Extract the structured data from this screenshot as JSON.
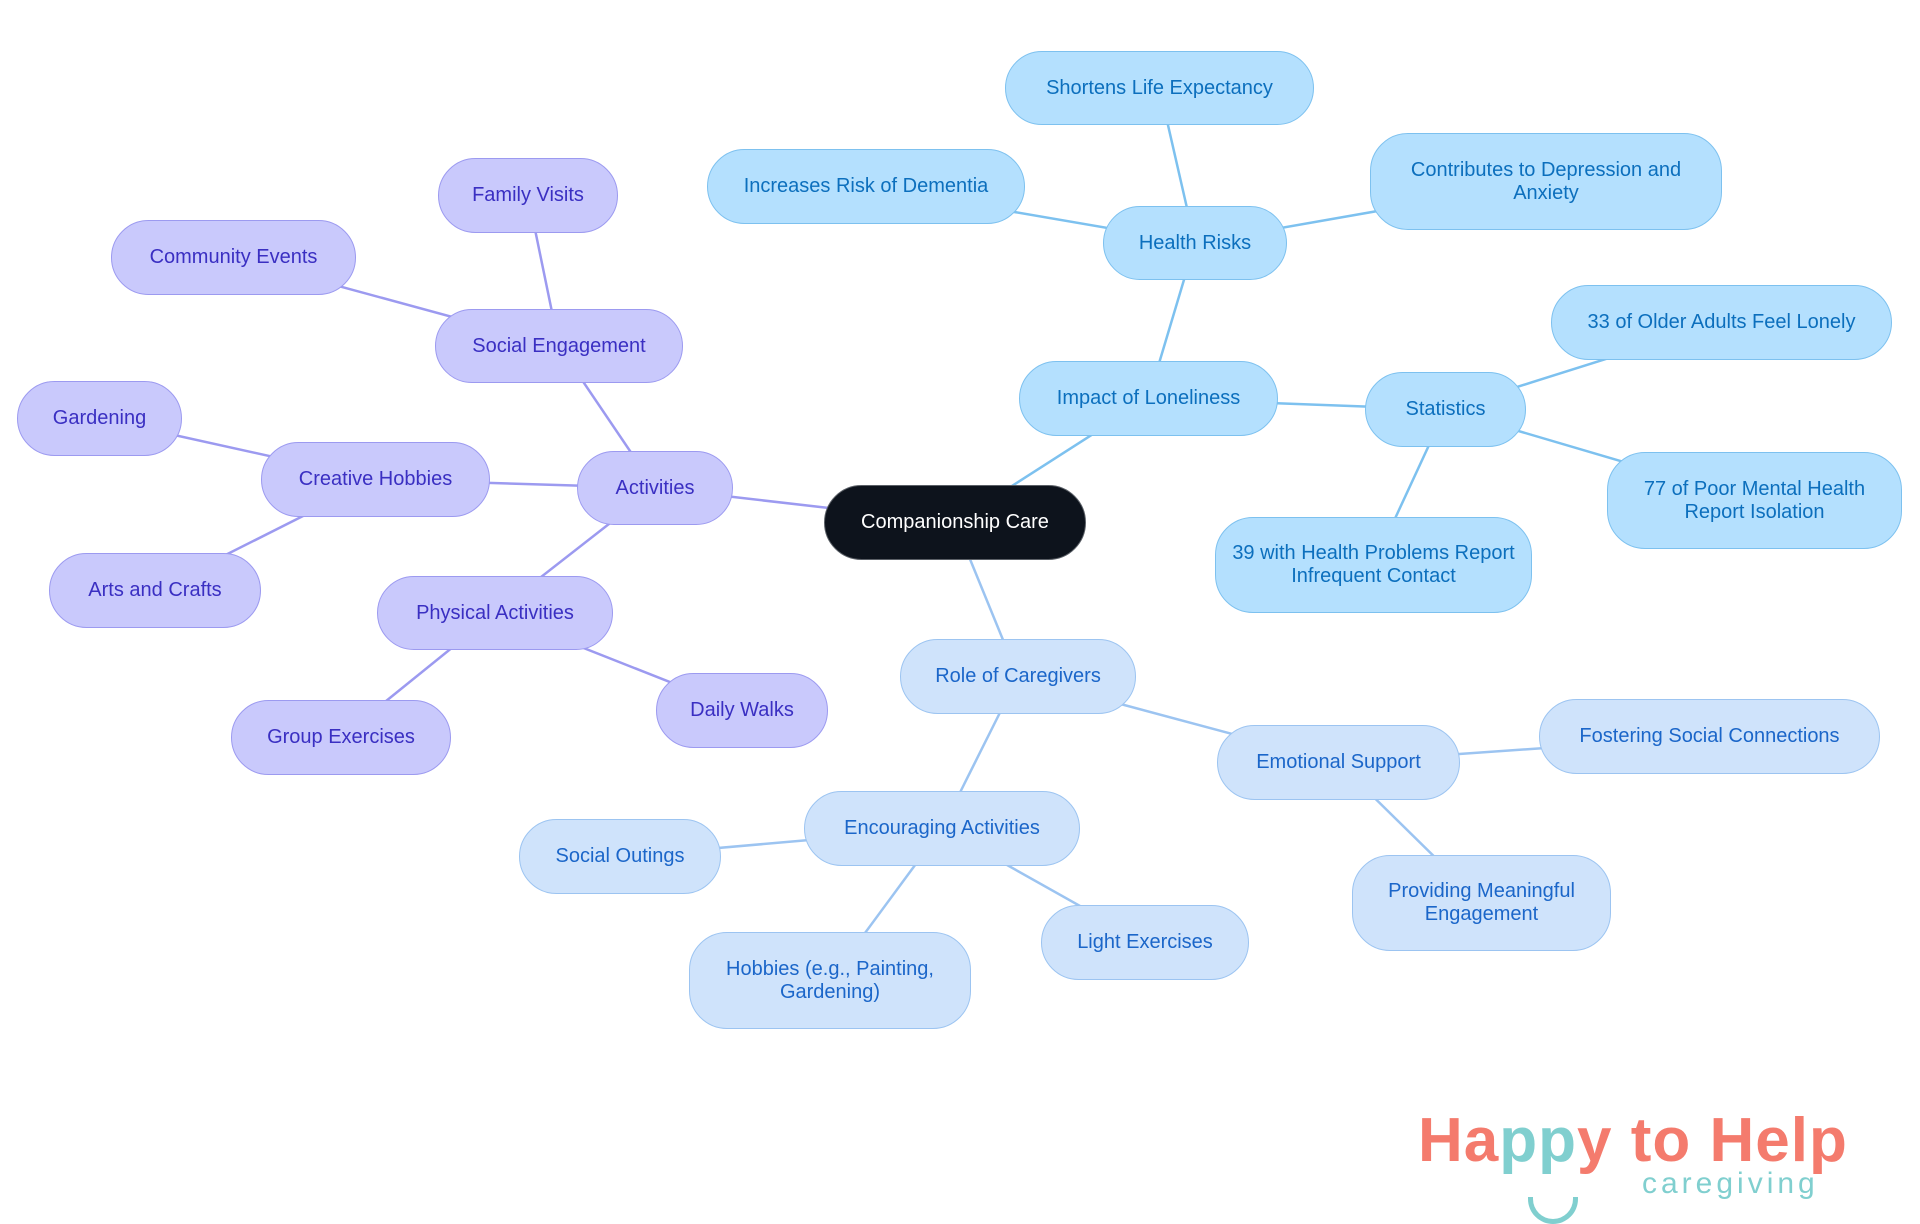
{
  "mindmap": {
    "nodes": [
      {
        "id": "root",
        "label": "Companionship Care",
        "branch": "root",
        "parent": null
      },
      {
        "id": "impact",
        "label": "Impact of Loneliness",
        "branch": "blue",
        "parent": "root"
      },
      {
        "id": "health",
        "label": "Health Risks",
        "branch": "blue",
        "parent": "impact"
      },
      {
        "id": "shortens",
        "label": "Shortens Life Expectancy",
        "branch": "blue",
        "parent": "health"
      },
      {
        "id": "dementia",
        "label": "Increases Risk of Dementia",
        "branch": "blue",
        "parent": "health"
      },
      {
        "id": "depression",
        "label": "Contributes to Depression and Anxiety",
        "branch": "blue",
        "parent": "health"
      },
      {
        "id": "stats",
        "label": "Statistics",
        "branch": "blue",
        "parent": "impact"
      },
      {
        "id": "s33",
        "label": "33 of Older Adults Feel Lonely",
        "branch": "blue",
        "parent": "stats"
      },
      {
        "id": "s77",
        "label": "77 of Poor Mental Health Report Isolation",
        "branch": "blue",
        "parent": "stats"
      },
      {
        "id": "s39",
        "label": "39 with Health Problems Report Infrequent Contact",
        "branch": "blue",
        "parent": "stats"
      },
      {
        "id": "role",
        "label": "Role of Caregivers",
        "branch": "light",
        "parent": "root"
      },
      {
        "id": "emotional",
        "label": "Emotional Support",
        "branch": "light",
        "parent": "role"
      },
      {
        "id": "fostering",
        "label": "Fostering Social Connections",
        "branch": "light",
        "parent": "emotional"
      },
      {
        "id": "providing",
        "label": "Providing Meaningful Engagement",
        "branch": "light",
        "parent": "emotional"
      },
      {
        "id": "encouraging",
        "label": "Encouraging Activities",
        "branch": "light",
        "parent": "role"
      },
      {
        "id": "outings",
        "label": "Social Outings",
        "branch": "light",
        "parent": "encouraging"
      },
      {
        "id": "hobbies",
        "label": "Hobbies (e.g., Painting, Gardening)",
        "branch": "light",
        "parent": "encouraging"
      },
      {
        "id": "light",
        "label": "Light Exercises",
        "branch": "light",
        "parent": "encouraging"
      },
      {
        "id": "activities",
        "label": "Activities",
        "branch": "purple",
        "parent": "root"
      },
      {
        "id": "social",
        "label": "Social Engagement",
        "branch": "purple",
        "parent": "activities"
      },
      {
        "id": "family",
        "label": "Family Visits",
        "branch": "purple",
        "parent": "social"
      },
      {
        "id": "community",
        "label": "Community Events",
        "branch": "purple",
        "parent": "social"
      },
      {
        "id": "creative",
        "label": "Creative Hobbies",
        "branch": "purple",
        "parent": "activities"
      },
      {
        "id": "gardening",
        "label": "Gardening",
        "branch": "purple",
        "parent": "creative"
      },
      {
        "id": "arts",
        "label": "Arts and Crafts",
        "branch": "purple",
        "parent": "creative"
      },
      {
        "id": "physical",
        "label": "Physical Activities",
        "branch": "purple",
        "parent": "activities"
      },
      {
        "id": "group",
        "label": "Group Exercises",
        "branch": "purple",
        "parent": "physical"
      },
      {
        "id": "walks",
        "label": "Daily Walks",
        "branch": "purple",
        "parent": "physical"
      }
    ],
    "edge_colors": {
      "purple": "#9c9af0",
      "blue": "#7dc1ef",
      "light": "#9cc4f1"
    }
  },
  "logo": {
    "text": "Happy to Help caregiving",
    "main_a": "Ha",
    "main_pp": "pp",
    "main_b": "y to Help",
    "sub": "caregiving"
  }
}
